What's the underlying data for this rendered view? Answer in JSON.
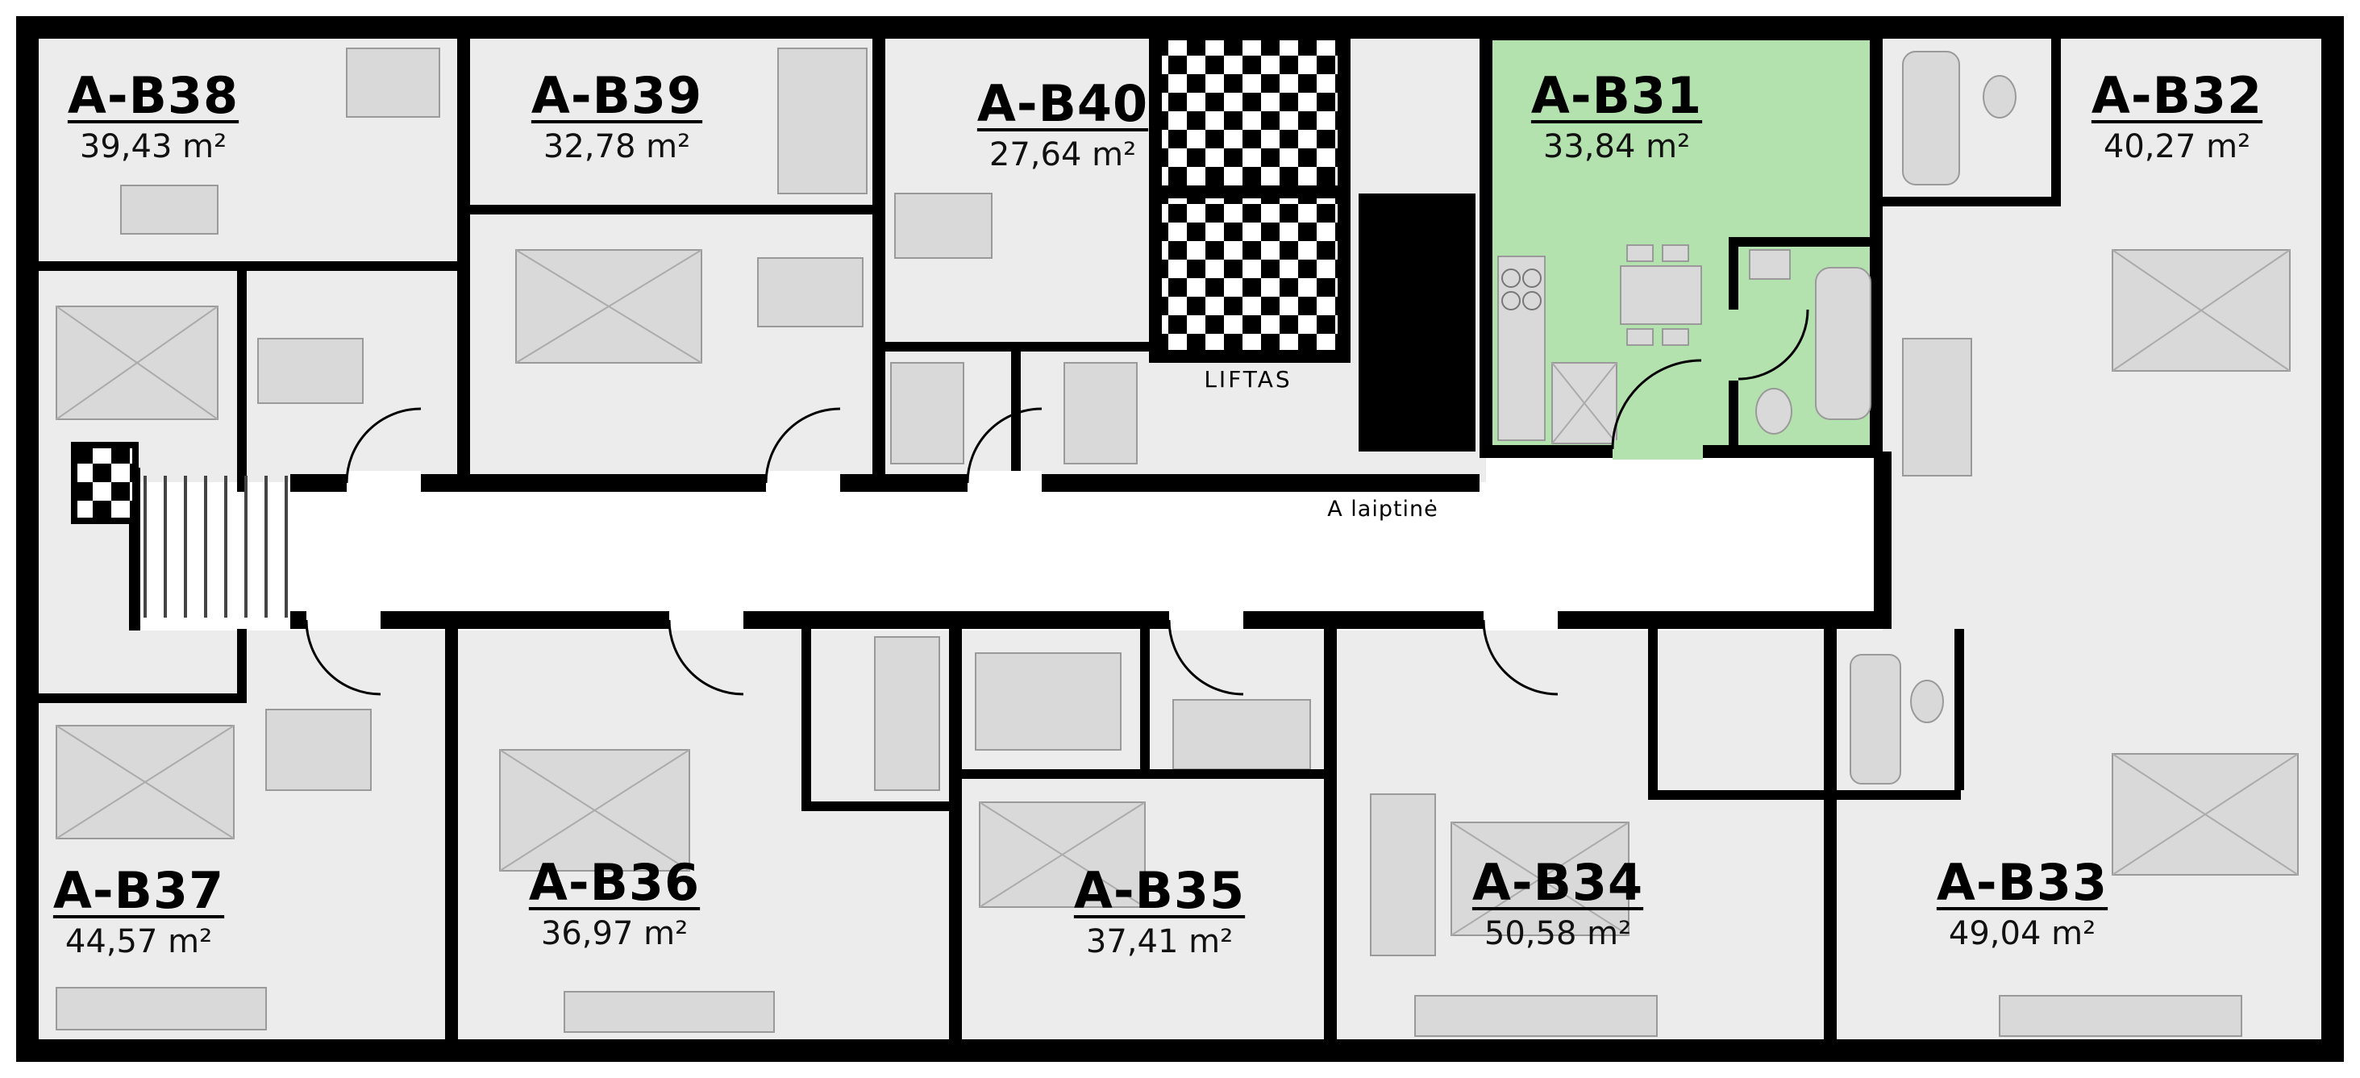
{
  "highlight_color": "#b4e2ae",
  "labels": {
    "lift": "LIFTAS",
    "staircase": "A laiptinė"
  },
  "units": [
    {
      "id": "A-B38",
      "area": "39,43 m²",
      "highlighted": false
    },
    {
      "id": "A-B39",
      "area": "32,78 m²",
      "highlighted": false
    },
    {
      "id": "A-B40",
      "area": "27,64 m²",
      "highlighted": false
    },
    {
      "id": "A-B31",
      "area": "33,84 m²",
      "highlighted": true
    },
    {
      "id": "A-B32",
      "area": "40,27 m²",
      "highlighted": false
    },
    {
      "id": "A-B37",
      "area": "44,57 m²",
      "highlighted": false
    },
    {
      "id": "A-B36",
      "area": "36,97 m²",
      "highlighted": false
    },
    {
      "id": "A-B35",
      "area": "37,41 m²",
      "highlighted": false
    },
    {
      "id": "A-B34",
      "area": "50,58 m²",
      "highlighted": false
    },
    {
      "id": "A-B33",
      "area": "49,04 m²",
      "highlighted": false
    }
  ]
}
